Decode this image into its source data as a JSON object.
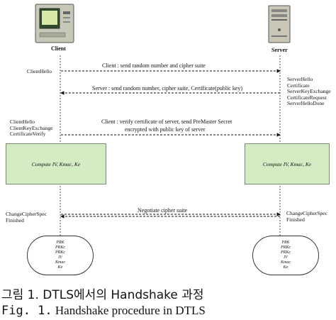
{
  "actors": {
    "client": "Client",
    "server": "Server"
  },
  "messages": {
    "m1": "Client : send random number and cipher suite",
    "m2": "Server : send random number, cipher suite, Certificate(public key)",
    "m3_line1": "Client : verify certificate of server, send PreMaster Secret",
    "m3_line2": "encrypted with public key of server",
    "m4": "Negotiate cipher suite"
  },
  "client_side": {
    "client_hello": "ClientHello",
    "group": [
      "ClientHello",
      "ClientKeyExchange",
      "CertificateVerify"
    ],
    "change_cipher": [
      "ChangeCipherSpec",
      "Finished"
    ]
  },
  "server_side": {
    "group": [
      "ServerHello",
      "Certificate",
      "ServerKeyExchange",
      "CertificateRequest",
      "ServerHelloDone"
    ],
    "change_cipher": [
      "ChangeCipherSpec",
      "Finished"
    ]
  },
  "compute": {
    "client": "Compute IV, Kmac, Ke",
    "server": "Compute IV, Kmac, Ke"
  },
  "keys": {
    "client": [
      "PRK",
      "PRKc",
      "PRKc",
      "IV",
      "Kmac",
      "Ke"
    ],
    "server": [
      "PRK",
      "PRKc",
      "PRKc",
      "IV",
      "Kmac",
      "Ke"
    ]
  },
  "caption": {
    "korean": "그림  1.  DTLS에서의  Handshake  과정",
    "fig_prefix": "Fig.  1.",
    "english_rest": " Handshake procedure in DTLS"
  }
}
